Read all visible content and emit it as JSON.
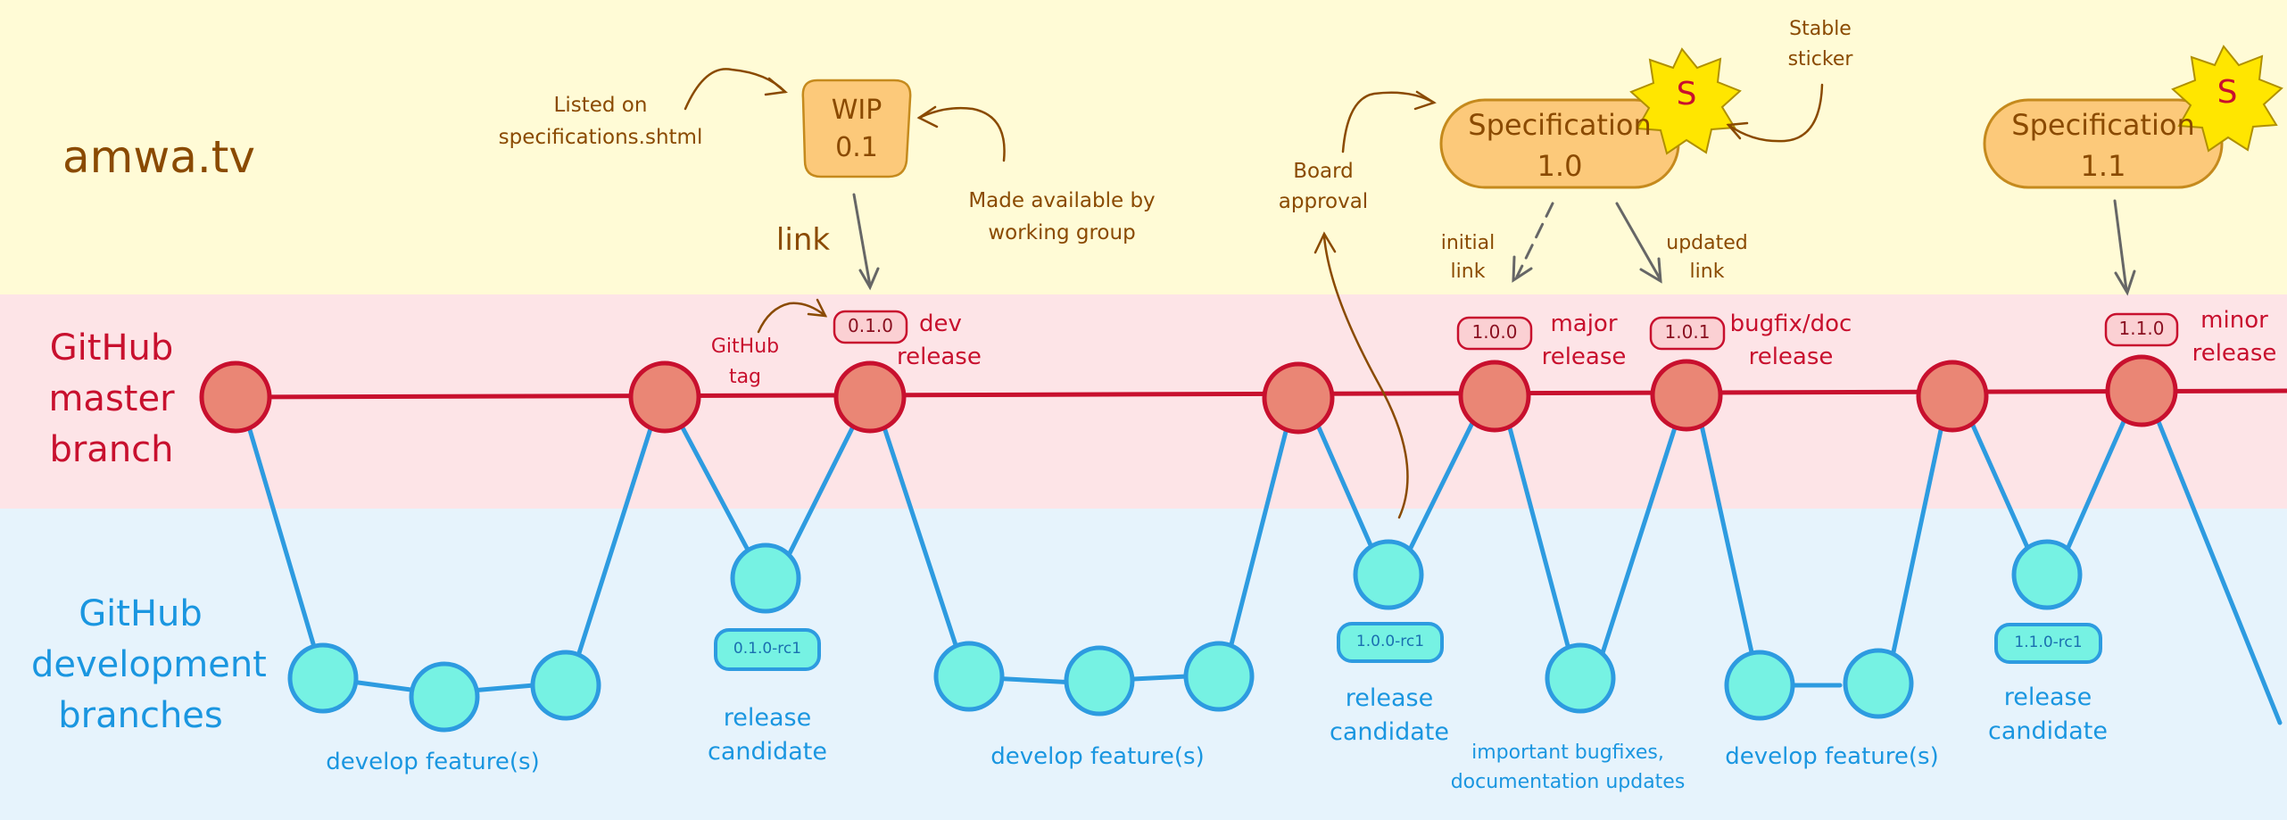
{
  "site_label": "amwa.tv",
  "band_labels": {
    "master": [
      "GitHub",
      "master",
      "branch"
    ],
    "development": [
      "GitHub",
      "development",
      "branches"
    ]
  },
  "colors": {
    "amwa_band": "#fffbd6",
    "master_band": "#fde4e7",
    "dev_band": "#e6f3fc",
    "master_line": "#c8102e",
    "master_node_fill": "#ea8675",
    "dev_line": "#2d9be0",
    "dev_node_fill": "#76f2e3",
    "spec_fill": "#fcc97a",
    "spec_stroke": "#c58a1d",
    "brown_text": "#8a4a00",
    "sticker_fill": "#ffe600",
    "sticker_stroke": "#b09000",
    "red_text": "#c8102e",
    "blue_text": "#1a96e0"
  },
  "amwa": {
    "wip": {
      "line1": "WIP",
      "line2": "0.1"
    },
    "spec_10": {
      "line1": "Specification",
      "line2": "1.0"
    },
    "spec_11": {
      "line1": "Specification",
      "line2": "1.1"
    },
    "sticker_letter": "S",
    "listed_on": [
      "Listed on",
      "specifications.shtml"
    ],
    "link_label": "link",
    "made_available": [
      "Made available by",
      "working group"
    ],
    "board_approval": [
      "Board",
      "approval"
    ],
    "initial_link": [
      "initial",
      "link"
    ],
    "updated_link": [
      "updated",
      "link"
    ],
    "stable_sticker": [
      "Stable",
      "sticker"
    ]
  },
  "master": {
    "github_tag": [
      "GitHub",
      "tag"
    ],
    "tags": [
      {
        "label": "0.1.0",
        "desc": [
          "dev",
          "release"
        ]
      },
      {
        "label": "1.0.0",
        "desc": [
          "major",
          "release"
        ]
      },
      {
        "label": "1.0.1",
        "desc": [
          "bugfix/doc",
          "release"
        ]
      },
      {
        "label": "1.1.0",
        "desc": [
          "minor",
          "release"
        ]
      }
    ]
  },
  "dev": {
    "rc_tags": [
      "0.1.0-rc1",
      "1.0.0-rc1",
      "1.1.0-rc1"
    ],
    "labels": {
      "develop1": "develop feature(s)",
      "release_candidate_1": [
        "release",
        "candidate"
      ],
      "develop2": "develop feature(s)",
      "release_candidate_2": [
        "release",
        "candidate"
      ],
      "bugfixes": [
        "important bugfixes,",
        "documentation updates"
      ],
      "develop3": "develop feature(s)",
      "release_candidate_3": [
        "release",
        "candidate"
      ]
    }
  }
}
